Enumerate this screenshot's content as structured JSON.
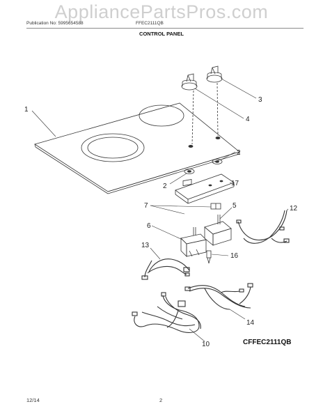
{
  "header": {
    "watermark": "AppliancePartsPros.com",
    "publication": "Publication No: 5995654588",
    "model": "FFEC2111QB",
    "section_title": "CONTROL PANEL"
  },
  "callouts": {
    "c1": "1",
    "c2a": "2",
    "c2b": "2",
    "c3": "3",
    "c4": "4",
    "c5": "5",
    "c6": "6",
    "c7": "7",
    "c10": "10",
    "c12": "12",
    "c13": "13",
    "c14": "14",
    "c16": "16",
    "c17": "17"
  },
  "diagram_code": "CFFEC2111QB",
  "footer": {
    "date": "12/14",
    "page": "2"
  }
}
